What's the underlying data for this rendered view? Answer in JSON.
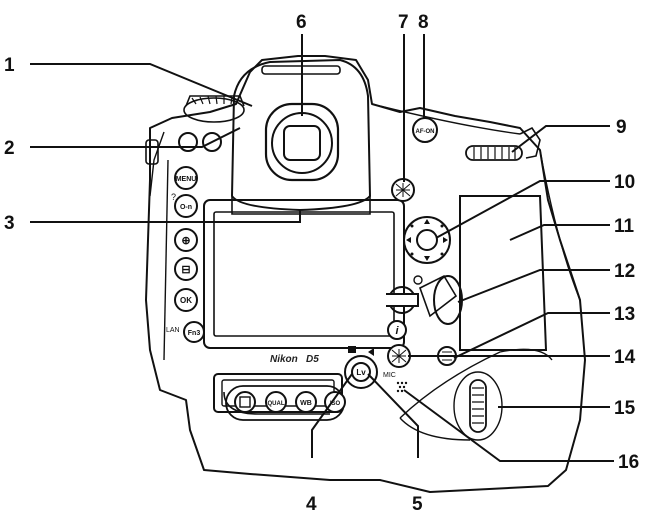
{
  "callouts": [
    "1",
    "2",
    "3",
    "4",
    "5",
    "6",
    "7",
    "8",
    "9",
    "10",
    "11",
    "12",
    "13",
    "14",
    "15",
    "16"
  ],
  "camera": {
    "brand_text": "Nikon",
    "model_text": "D5",
    "buttons": {
      "menu": "MENU",
      "protect": "O-n",
      "help": "?",
      "zoom_in": "⊕",
      "zoom_out": "⊟",
      "ok": "OK",
      "fn3": "Fn3",
      "lan": "LAN",
      "af_on": "AF-ON",
      "info": "i",
      "lv": "Lv",
      "qual": "QUAL",
      "wb": "WB",
      "iso": "ISO",
      "mic": "MIC"
    }
  }
}
